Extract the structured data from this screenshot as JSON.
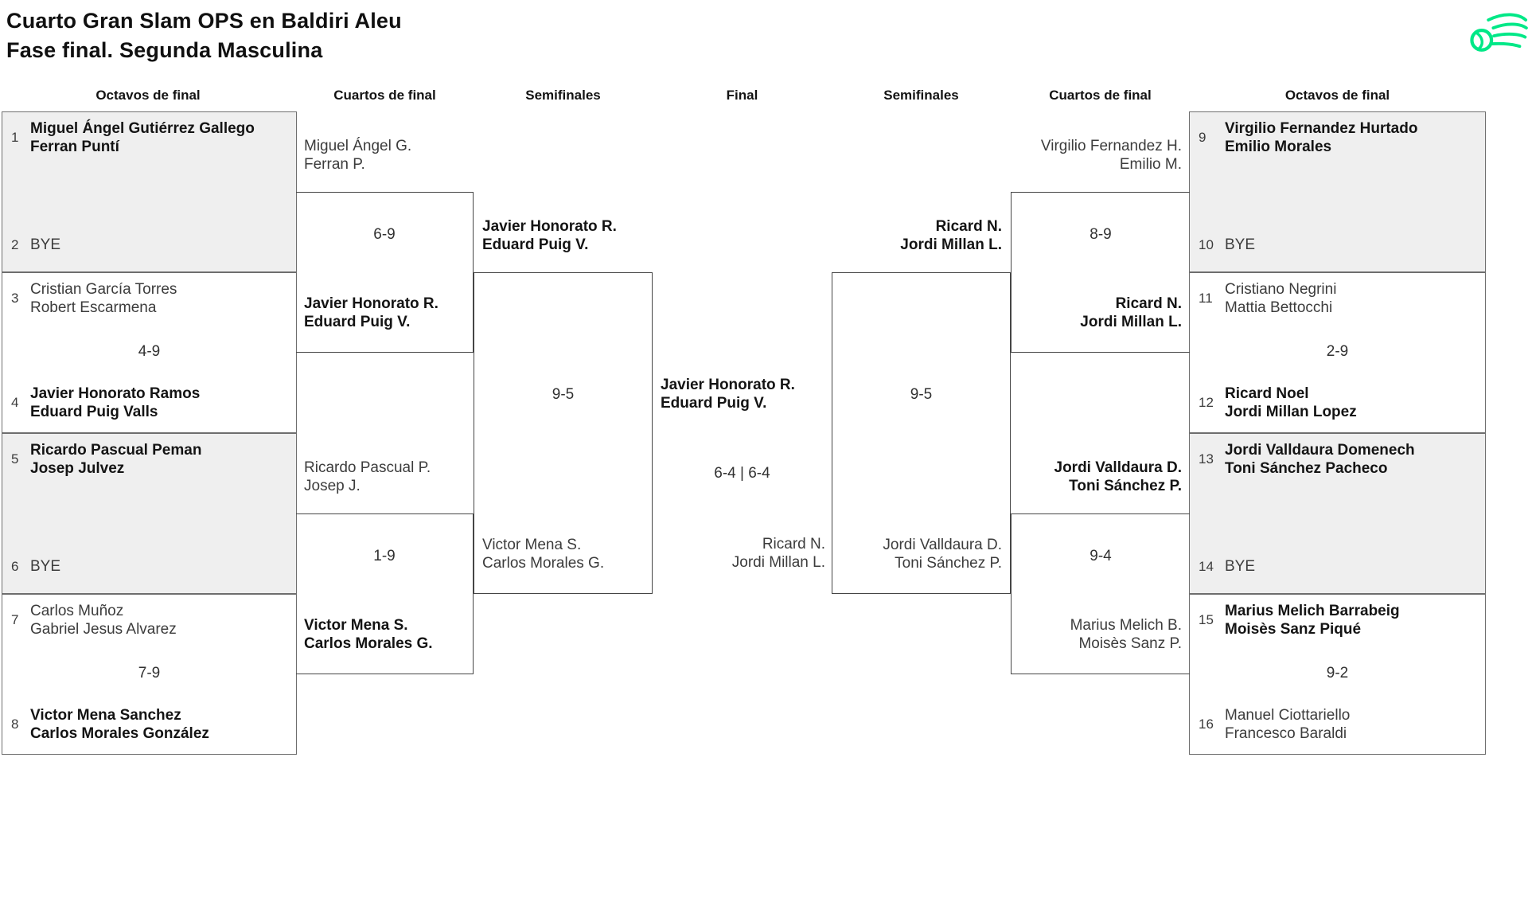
{
  "title": {
    "line1": "Cuarto Gran Slam OPS en Baldiri Aleu",
    "line2": "Fase final. Segunda Masculina"
  },
  "logo": {
    "icon": "tennis-ball-comet-icon",
    "color": "#00e887"
  },
  "colors": {
    "box_fill_alt": "#efefef",
    "box_border": "#6e6e6e",
    "bracket_line": "#454545",
    "accent_green": "#00e887"
  },
  "round_headers": [
    "Octavos de final",
    "Cuartos de final",
    "Semifinales",
    "Final",
    "Semifinales",
    "Cuartos de final",
    "Octavos de final"
  ],
  "r16_left": [
    {
      "score": "",
      "top": {
        "seed": "1",
        "l1": "Miguel Ángel Gutiérrez Gallego",
        "l2": "Ferran Puntí",
        "win": true
      },
      "bottom": {
        "seed": "2",
        "l1": "BYE",
        "win": false
      }
    },
    {
      "score": "4-9",
      "top": {
        "seed": "3",
        "l1": "Cristian García Torres",
        "l2": "Robert Escarmena",
        "win": false
      },
      "bottom": {
        "seed": "4",
        "l1": "Javier Honorato Ramos",
        "l2": "Eduard Puig Valls",
        "win": true
      }
    },
    {
      "score": "",
      "top": {
        "seed": "5",
        "l1": "Ricardo Pascual Peman",
        "l2": "Josep Julvez",
        "win": true
      },
      "bottom": {
        "seed": "6",
        "l1": "BYE",
        "win": false
      }
    },
    {
      "score": "7-9",
      "top": {
        "seed": "7",
        "l1": "Carlos Muñoz",
        "l2": "Gabriel Jesus Alvarez",
        "win": false
      },
      "bottom": {
        "seed": "8",
        "l1": "Victor Mena Sanchez",
        "l2": "Carlos Morales González",
        "win": true
      }
    }
  ],
  "r16_right": [
    {
      "score": "",
      "top": {
        "seed": "9",
        "l1": "Virgilio Fernandez Hurtado",
        "l2": "Emilio Morales",
        "win": true
      },
      "bottom": {
        "seed": "10",
        "l1": "BYE",
        "win": false
      }
    },
    {
      "score": "2-9",
      "top": {
        "seed": "11",
        "l1": "Cristiano Negrini",
        "l2": "Mattia Bettocchi",
        "win": false
      },
      "bottom": {
        "seed": "12",
        "l1": "Ricard Noel",
        "l2": "Jordi Millan Lopez",
        "win": true
      }
    },
    {
      "score": "",
      "top": {
        "seed": "13",
        "l1": "Jordi Valldaura Domenech",
        "l2": "Toni Sánchez Pacheco",
        "win": true
      },
      "bottom": {
        "seed": "14",
        "l1": "BYE",
        "win": false
      }
    },
    {
      "score": "9-2",
      "top": {
        "seed": "15",
        "l1": "Marius Melich Barrabeig",
        "l2": "Moisès Sanz Piqué",
        "win": true
      },
      "bottom": {
        "seed": "16",
        "l1": "Manuel Ciottariello",
        "l2": "Francesco Baraldi",
        "win": false
      }
    }
  ],
  "qf_left": [
    {
      "score": "6-9",
      "top": {
        "l1": "Miguel Ángel G.",
        "l2": "Ferran P.",
        "win": false
      },
      "bottom": {
        "l1": "Javier Honorato R.",
        "l2": "Eduard Puig V.",
        "win": true
      }
    },
    {
      "score": "1-9",
      "top": {
        "l1": "Ricardo Pascual P.",
        "l2": "Josep J.",
        "win": false
      },
      "bottom": {
        "l1": "Victor Mena S.",
        "l2": "Carlos Morales G.",
        "win": true
      }
    }
  ],
  "qf_right": [
    {
      "score": "8-9",
      "top": {
        "l1": "Virgilio Fernandez H.",
        "l2": "Emilio M.",
        "win": false
      },
      "bottom": {
        "l1": "Ricard N.",
        "l2": "Jordi Millan L.",
        "win": true
      }
    },
    {
      "score": "9-4",
      "top": {
        "l1": "Jordi Valldaura D.",
        "l2": "Toni Sánchez P.",
        "win": true
      },
      "bottom": {
        "l1": "Marius Melich B.",
        "l2": "Moisès Sanz P.",
        "win": false
      }
    }
  ],
  "sf_left": {
    "score": "9-5",
    "top": {
      "l1": "Javier Honorato R.",
      "l2": "Eduard Puig V.",
      "win": true
    },
    "bottom": {
      "l1": "Victor Mena S.",
      "l2": "Carlos Morales G.",
      "win": false
    }
  },
  "sf_right": {
    "score": "9-5",
    "top": {
      "l1": "Ricard N.",
      "l2": "Jordi Millan L.",
      "win": true
    },
    "bottom": {
      "l1": "Jordi Valldaura D.",
      "l2": "Toni Sánchez P.",
      "win": false
    }
  },
  "final": {
    "score": "6-4 | 6-4",
    "left": {
      "l1": "Javier Honorato R.",
      "l2": "Eduard Puig V.",
      "win": true
    },
    "right": {
      "l1": "Ricard N.",
      "l2": "Jordi Millan L.",
      "win": false
    }
  }
}
